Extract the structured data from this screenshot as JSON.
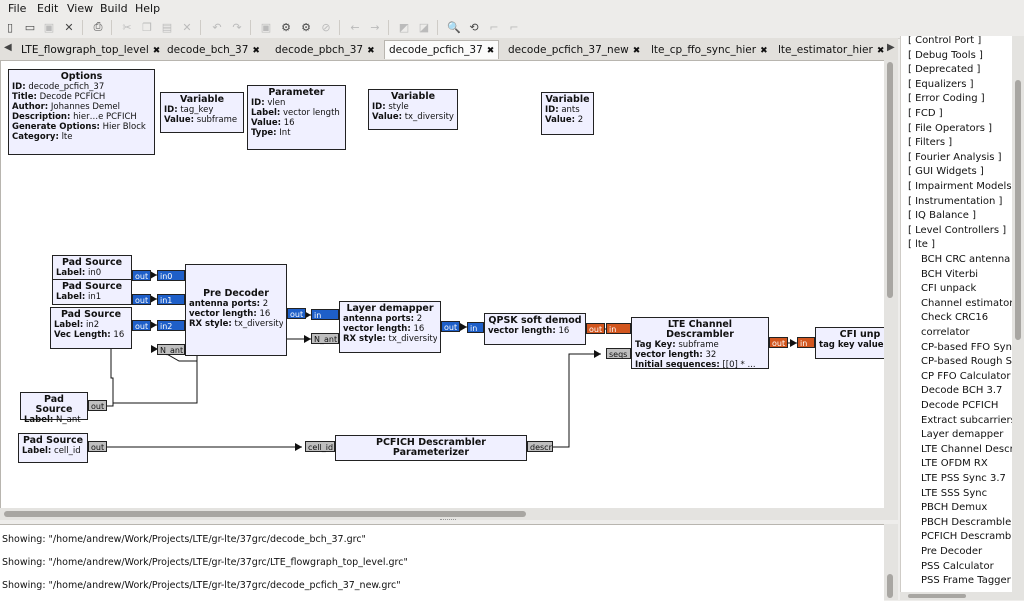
{
  "menubar": [
    "File",
    "Edit",
    "View",
    "Build",
    "Help"
  ],
  "toolbar_icons": [
    "new-icon",
    "open-icon",
    "save-icon",
    "close-icon",
    "print-icon",
    "cut-icon",
    "copy-icon",
    "paste-icon",
    "delete-icon",
    "undo-icon",
    "redo-icon",
    "toggle-icon",
    "generate-icon",
    "execute-icon",
    "kill-icon",
    "rotate-ccw-icon",
    "rotate-cw-icon",
    "enable-icon",
    "disable-icon",
    "find-icon",
    "reload-icon",
    "create-hier-icon",
    "open-hier-icon"
  ],
  "tabs": [
    {
      "label": "LTE_flowgraph_top_level",
      "active": false
    },
    {
      "label": "decode_bch_37",
      "active": false
    },
    {
      "label": "decode_pbch_37",
      "active": false
    },
    {
      "label": "decode_pcfich_37",
      "active": true
    },
    {
      "label": "decode_pcfich_37_new",
      "active": false
    },
    {
      "label": "lte_cp_ffo_sync_hier",
      "active": false
    },
    {
      "label": "lte_estimator_hier",
      "active": false
    }
  ],
  "blocks": {
    "options": {
      "title": "Options",
      "rows": [
        [
          "ID:",
          "decode_pcfich_37"
        ],
        [
          "Title:",
          "Decode PCFICH"
        ],
        [
          "Author:",
          "Johannes Demel"
        ],
        [
          "Description:",
          "hier…e PCFICH"
        ],
        [
          "Generate Options:",
          "Hier Block"
        ],
        [
          "Category:",
          "lte"
        ]
      ]
    },
    "var_tag_key": {
      "title": "Variable",
      "rows": [
        [
          "ID:",
          "tag_key"
        ],
        [
          "Value:",
          "subframe"
        ]
      ]
    },
    "param_vlen": {
      "title": "Parameter",
      "rows": [
        [
          "ID:",
          "vlen"
        ],
        [
          "Label:",
          "vector length"
        ],
        [
          "Value:",
          "16"
        ],
        [
          "Type:",
          "Int"
        ]
      ]
    },
    "var_style": {
      "title": "Variable",
      "rows": [
        [
          "ID:",
          "style"
        ],
        [
          "Value:",
          "tx_diversity"
        ]
      ]
    },
    "var_ants": {
      "title": "Variable",
      "rows": [
        [
          "ID:",
          "ants"
        ],
        [
          "Value:",
          "2"
        ]
      ]
    },
    "pad_in0": {
      "title": "Pad Source",
      "rows": [
        [
          "Label:",
          "in0"
        ]
      ]
    },
    "pad_in1": {
      "title": "Pad Source",
      "rows": [
        [
          "Label:",
          "in1"
        ]
      ]
    },
    "pad_in2": {
      "title": "Pad Source",
      "rows": [
        [
          "Label:",
          "in2"
        ],
        [
          "Vec Length:",
          "16"
        ]
      ]
    },
    "pad_nant": {
      "title": "Pad Source",
      "rows": [
        [
          "Label:",
          "N_ant"
        ]
      ]
    },
    "pad_cellid": {
      "title": "Pad Source",
      "rows": [
        [
          "Label:",
          "cell_id"
        ]
      ]
    },
    "pre_decoder": {
      "title": "Pre Decoder",
      "rows": [
        [
          "antenna ports:",
          "2"
        ],
        [
          "vector length:",
          "16"
        ],
        [
          "RX style:",
          "tx_diversity"
        ]
      ]
    },
    "layer_demapper": {
      "title": "Layer demapper",
      "rows": [
        [
          "antenna ports:",
          "2"
        ],
        [
          "vector length:",
          "16"
        ],
        [
          "RX style:",
          "tx_diversity"
        ]
      ]
    },
    "qpsk": {
      "title": "QPSK soft demod",
      "rows": [
        [
          "vector length:",
          "16"
        ]
      ]
    },
    "descrambler": {
      "title": "LTE Channel Descrambler",
      "rows": [
        [
          "Tag Key:",
          "subframe"
        ],
        [
          "vector length:",
          "32"
        ],
        [
          "Initial sequences:",
          "[[0] * ..."
        ]
      ]
    },
    "pcfich_param": {
      "title": "PCFICH Descrambler Parameterizer",
      "rows": []
    },
    "cfi_unpack": {
      "title": "CFI unp",
      "rows": [
        [
          "tag key value",
          ""
        ]
      ]
    }
  },
  "ports": {
    "out": "out",
    "in0": "in0",
    "in1": "in1",
    "in2": "in2",
    "n_ant": "N_ant",
    "in": "in",
    "seqs": "seqs",
    "cell_id": "cell_id",
    "descr": "descr"
  },
  "library": {
    "categories": [
      "[ Control Port ]",
      "[ Debug Tools ]",
      "[ Deprecated ]",
      "[ Equalizers ]",
      "[ Error Coding ]",
      "[ FCD ]",
      "[ File Operators ]",
      "[ Filters ]",
      "[ Fourier Analysis ]",
      "[ GUI Widgets ]",
      "[ Impairment Models ]",
      "[ Instrumentation ]",
      "[ IQ Balance ]",
      "[ Level Controllers ]",
      "[ lte ]"
    ],
    "items": [
      "BCH CRC antenna",
      "BCH Viterbi",
      "CFI unpack",
      "Channel estimator g",
      "Check CRC16",
      "correlator",
      "CP-based FFO Syn",
      "CP-based Rough S",
      "CP FFO Calculator",
      "Decode BCH 3.7",
      "Decode PCFICH",
      "Extract subcarriers",
      "Layer demapper",
      "LTE Channel Descr",
      "LTE OFDM RX",
      "LTE PSS Sync 3.7",
      "LTE SSS Sync",
      "PBCH Demux",
      "PBCH Descrambler",
      "PCFICH Descramb",
      "Pre Decoder",
      "PSS Calculator",
      "PSS Frame Tagger"
    ]
  },
  "console": [
    "Showing: \"/home/andrew/Work/Projects/LTE/gr-lte/37grc/decode_bch_37.grc\"",
    "Showing: \"/home/andrew/Work/Projects/LTE/gr-lte/37grc/LTE_flowgraph_top_level.grc\"",
    "Showing: \"/home/andrew/Work/Projects/LTE/gr-lte/37grc/decode_pcfich_37_new.grc\""
  ],
  "colors": {
    "block_bg": "#f0f0ff",
    "port_blue": "#1e5fc8",
    "port_red": "#d2561e",
    "port_gray": "#bfbfbf"
  }
}
